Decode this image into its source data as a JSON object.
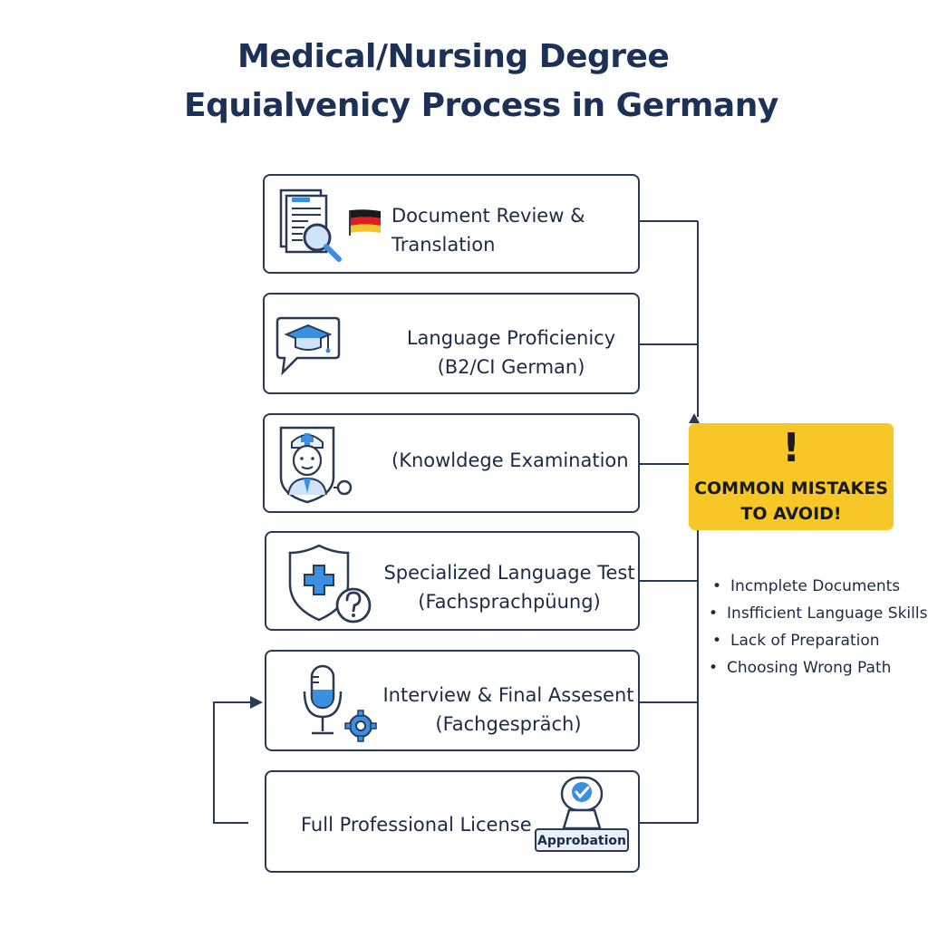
{
  "title": {
    "line1": "Medical/Nursing Degree",
    "line2": "Equialvenicy Process in Germany"
  },
  "steps": [
    {
      "line1": "Document Review &",
      "line2": "Translation",
      "icon": "document-magnifier-icon"
    },
    {
      "line1": "Language Proficienicy",
      "line2": "(B2/CI German)",
      "icon": "graduation-cap-chat-icon"
    },
    {
      "line1": "(Knowldege Examination",
      "line2": "",
      "icon": "doctor-icon"
    },
    {
      "line1": "Specialized Language Test",
      "line2": "(Fachsprachpüung)",
      "icon": "shield-cross-question-icon"
    },
    {
      "line1": "Interview & Final Assesent",
      "line2": "(Fachgespräch)",
      "icon": "microphone-gear-icon"
    },
    {
      "line1": "Full Professional License",
      "line2": "",
      "icon": "approval-stamp-icon"
    }
  ],
  "stamp_text": "Approbation",
  "callout": {
    "symbol": "!",
    "line1": "COMMON MISTAKES",
    "line2": "TO AVOID!"
  },
  "mistakes": [
    "Incmplete Documents",
    "Insfficient Language Skills",
    "Lack of Preparation",
    "Choosing Wrong Path"
  ],
  "colors": {
    "navy": "#1d3157",
    "outline": "#2a3a55",
    "accent_blue": "#3b8fe0",
    "light_blue": "#cfe4f8",
    "callout_yellow": "#f6c726",
    "flag_black": "#1a1a1a",
    "flag_red": "#dd1f1f",
    "flag_gold": "#f7c52b"
  }
}
